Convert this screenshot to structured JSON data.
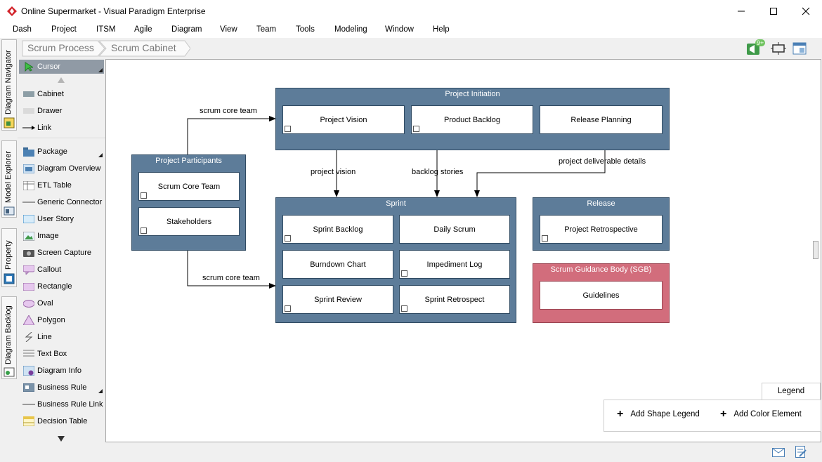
{
  "window": {
    "title": "Online Supermarket - Visual Paradigm Enterprise"
  },
  "menu": [
    "Dash",
    "Project",
    "ITSM",
    "Agile",
    "Diagram",
    "View",
    "Team",
    "Tools",
    "Modeling",
    "Window",
    "Help"
  ],
  "breadcrumb": [
    "Scrum Process",
    "Scrum Cabinet"
  ],
  "toolbar": {
    "notification_badge": "9+"
  },
  "side_tabs": [
    "Diagram Navigator",
    "Model Explorer",
    "Property",
    "Diagram Backlog"
  ],
  "palette": {
    "items": [
      {
        "label": "Cursor",
        "icon": "cursor-icon"
      },
      {
        "label": "Cabinet",
        "icon": "cabinet-icon"
      },
      {
        "label": "Drawer",
        "icon": "drawer-icon"
      },
      {
        "label": "Link",
        "icon": "link-arrow-icon"
      },
      {
        "label": "Package",
        "icon": "package-icon"
      },
      {
        "label": "Diagram Overview",
        "icon": "diagram-overview-icon"
      },
      {
        "label": "ETL Table",
        "icon": "etl-table-icon"
      },
      {
        "label": "Generic Connector",
        "icon": "generic-connector-icon"
      },
      {
        "label": "User Story",
        "icon": "user-story-icon"
      },
      {
        "label": "Image",
        "icon": "image-icon"
      },
      {
        "label": "Screen Capture",
        "icon": "camera-icon"
      },
      {
        "label": "Callout",
        "icon": "callout-icon"
      },
      {
        "label": "Rectangle",
        "icon": "rectangle-icon"
      },
      {
        "label": "Oval",
        "icon": "oval-icon"
      },
      {
        "label": "Polygon",
        "icon": "polygon-icon"
      },
      {
        "label": "Line",
        "icon": "line-icon"
      },
      {
        "label": "Text Box",
        "icon": "text-box-icon"
      },
      {
        "label": "Diagram Info",
        "icon": "diagram-info-icon"
      },
      {
        "label": "Business Rule",
        "icon": "business-rule-icon"
      },
      {
        "label": "Business Rule Link",
        "icon": "business-rule-link-icon"
      },
      {
        "label": "Decision Table",
        "icon": "decision-table-icon"
      }
    ]
  },
  "diagram": {
    "cabinets": {
      "initiation": {
        "title": "Project Initiation",
        "drawers": [
          "Project Vision",
          "Product Backlog",
          "Release Planning"
        ]
      },
      "participants": {
        "title": "Project Participants",
        "drawers": [
          "Scrum Core Team",
          "Stakeholders"
        ]
      },
      "sprint": {
        "title": "Sprint",
        "drawers": [
          "Sprint Backlog",
          "Daily Scrum",
          "Burndown Chart",
          "Impediment Log",
          "Sprint Review",
          "Sprint Retrospect"
        ]
      },
      "release": {
        "title": "Release",
        "drawers": [
          "Project Retrospective"
        ]
      },
      "sgb": {
        "title": "Scrum Guidance Body (SGB)",
        "drawers": [
          "Guidelines"
        ]
      }
    },
    "connectors": {
      "core_team_top": "scrum core team",
      "core_team_bottom": "scrum core team",
      "vision": "project vision",
      "backlog": "backlog stories",
      "deliverables": "project deliverable details"
    },
    "colors": {
      "cabinet": "#5d7c99",
      "sgb": "#d26d7c",
      "border": "#2f4a62"
    }
  },
  "legend": {
    "tab": "Legend",
    "add_shape": "Add Shape Legend",
    "add_color": "Add Color Element"
  }
}
